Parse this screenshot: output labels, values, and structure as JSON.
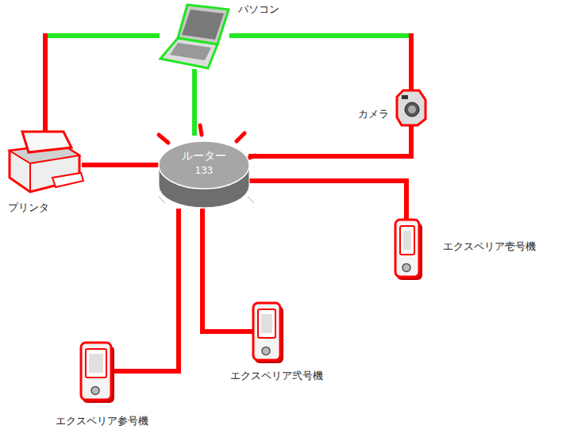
{
  "diagram": {
    "nodes": [
      {
        "text": [
          "パソコン"
        ]
      },
      {
        "text": [
          "カメラ"
        ]
      },
      {
        "text": [
          "プリンタ"
        ]
      },
      {
        "text": [
          "ルーター",
          "133"
        ]
      },
      {
        "text": [
          "エクスペリア壱号機"
        ]
      },
      {
        "text": [
          "エクスペリア弐号機"
        ]
      },
      {
        "text": [
          "エクスペリア参号機"
        ]
      }
    ],
    "edges": [
      {
        "from": 0,
        "to": 2,
        "arrow": "none"
      },
      {
        "from": 0,
        "to": 1,
        "arrow": "none"
      },
      {
        "from": 0,
        "to": 3,
        "arrow": "none"
      },
      {
        "from": 3,
        "to": 2,
        "arrow": "none"
      },
      {
        "from": 3,
        "to": 1,
        "arrow": "none"
      },
      {
        "from": 3,
        "to": 4,
        "arrow": "none"
      },
      {
        "from": 3,
        "to": 5,
        "arrow": "none"
      },
      {
        "from": 3,
        "to": 6,
        "arrow": "none"
      }
    ]
  }
}
